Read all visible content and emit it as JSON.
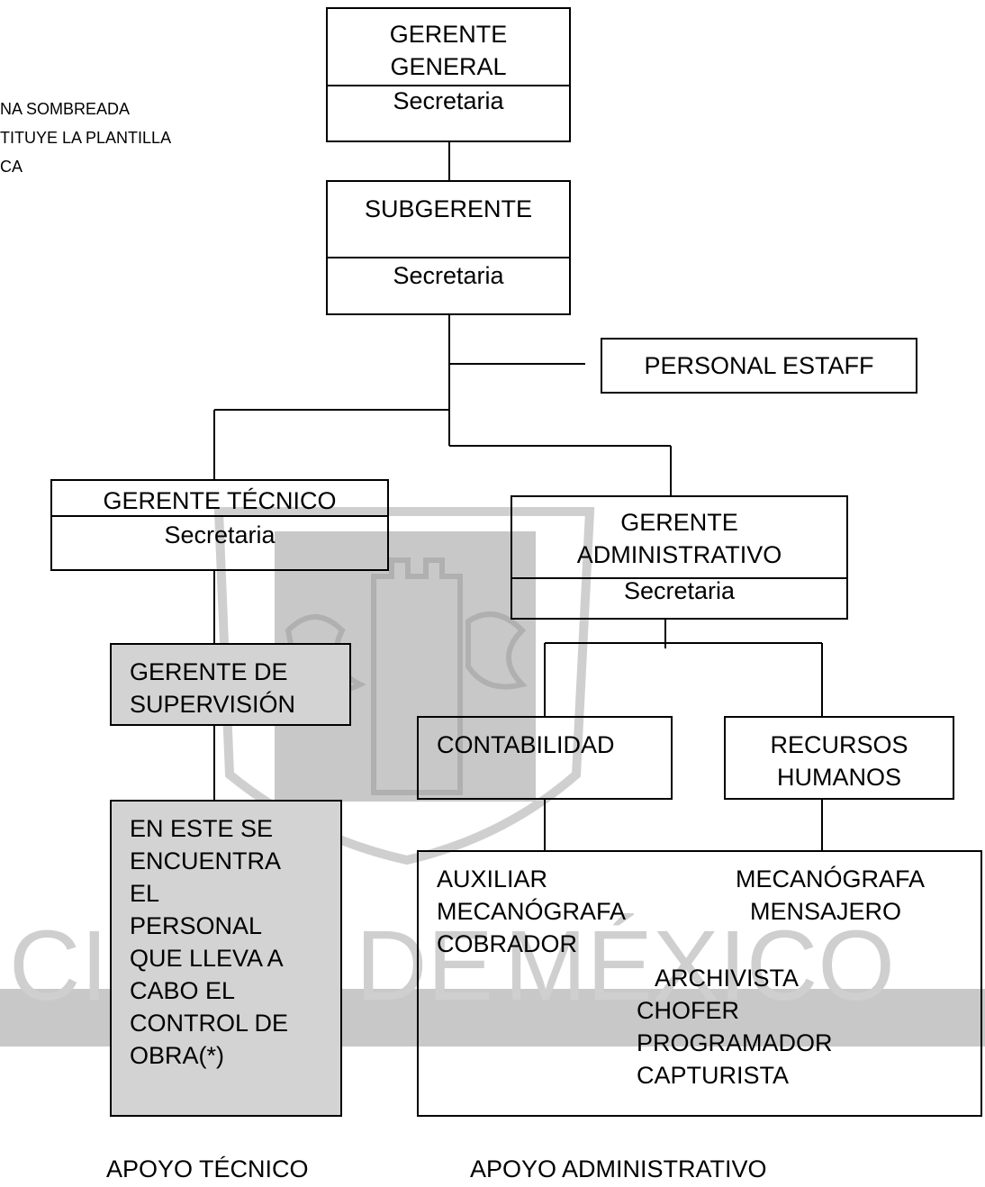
{
  "note": {
    "line1": "NA SOMBREADA",
    "line2": "TITUYE LA PLANTILLA",
    "line3": "CA"
  },
  "watermark": {
    "text_left": "CIU",
    "text_mid": "DE",
    "text_right": "MÉXICO"
  },
  "org": {
    "gerente_general": {
      "line1": "GERENTE",
      "line2": "GENERAL",
      "sub": "Secretaria"
    },
    "subgerente": {
      "title": "SUBGERENTE",
      "sub": "Secretaria"
    },
    "personal_estaff": "PERSONAL ESTAFF",
    "gerente_tecnico": {
      "title": "GERENTE TÉCNICO",
      "sub": "Secretaria"
    },
    "gerente_administrativo": {
      "line1": "GERENTE",
      "line2": "ADMINISTRATIVO",
      "sub": "Secretaria"
    },
    "gerente_supervision": {
      "line1": "GERENTE DE",
      "line2": "SUPERVISIÓN"
    },
    "contabilidad": "CONTABILIDAD",
    "recursos_humanos": {
      "line1": "RECURSOS",
      "line2": "HUMANOS"
    },
    "personal_obra": [
      "EN ESTE SE",
      "ENCUENTRA",
      "EL",
      "PERSONAL",
      "QUE LLEVA A",
      "CABO EL",
      "CONTROL DE",
      "OBRA(*)"
    ],
    "admin_staff": {
      "col1": [
        "AUXILIAR",
        "MECANÓGRAFA",
        "COBRADOR"
      ],
      "col2": [
        "MECANÓGRAFA",
        "MENSAJERO"
      ],
      "col3": [
        "ARCHIVISTA",
        "CHOFER",
        "PROGRAMADOR",
        "CAPTURISTA"
      ]
    }
  },
  "footer": {
    "apoyo_tecnico": "APOYO TÉCNICO",
    "apoyo_administrativo": "APOYO ADMINISTRATIVO"
  }
}
